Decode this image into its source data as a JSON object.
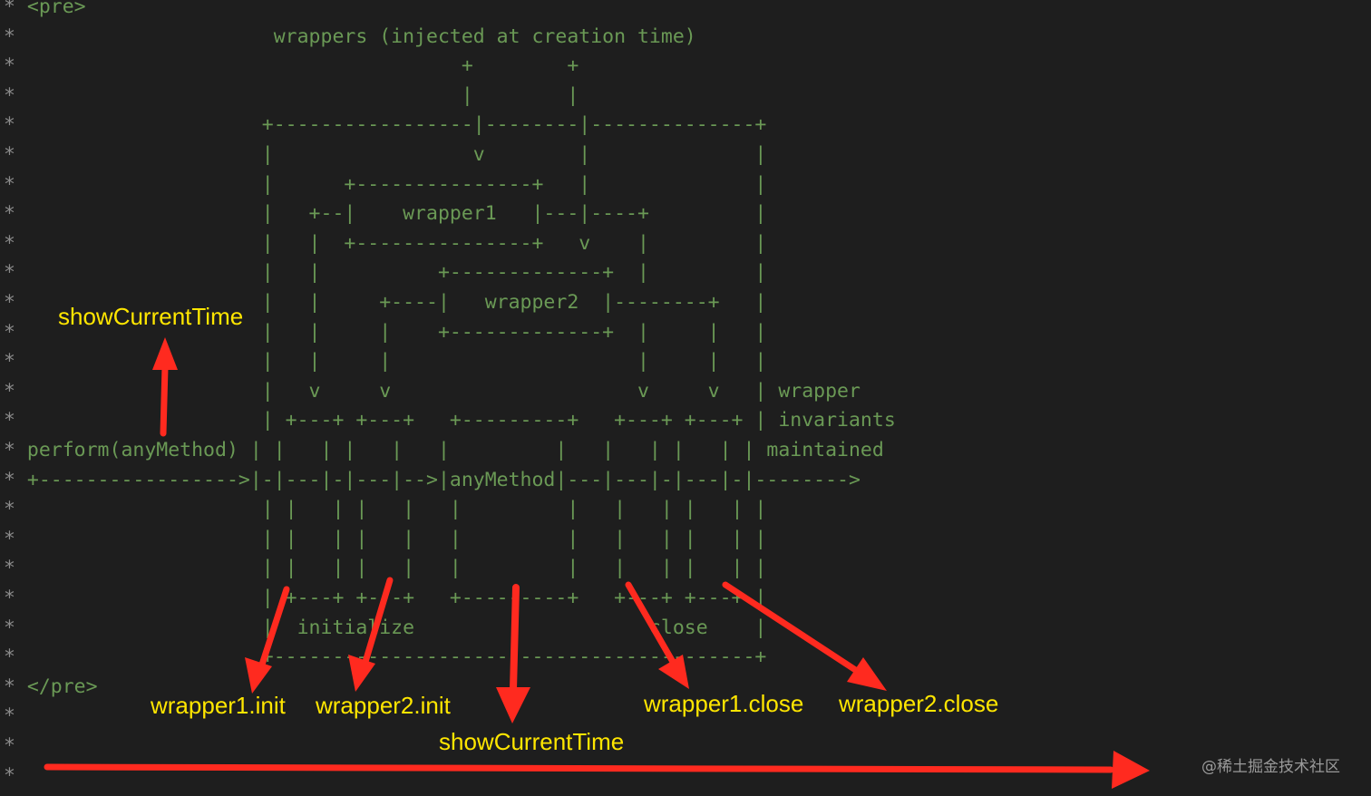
{
  "code_lines": [
    {
      "star": "*",
      "text": " <pre>"
    },
    {
      "star": "*",
      "text": "                      wrappers (injected at creation time)"
    },
    {
      "star": "*",
      "text": "                                      +        +"
    },
    {
      "star": "*",
      "text": "                                      |        |"
    },
    {
      "star": "*",
      "text": "                     +-----------------|--------|--------------+"
    },
    {
      "star": "*",
      "text": "                     |                 v        |              |"
    },
    {
      "star": "*",
      "text": "                     |      +---------------+   |              |"
    },
    {
      "star": "*",
      "text": "                     |   +--|    wrapper1   |---|----+         |"
    },
    {
      "star": "*",
      "text": "                     |   |  +---------------+   v    |         |"
    },
    {
      "star": "*",
      "text": "                     |   |          +-------------+  |         |"
    },
    {
      "star": "*",
      "text": "                     |   |     +----|   wrapper2  |--------+   |"
    },
    {
      "star": "*",
      "text": "                     |   |     |    +-------------+  |     |   |"
    },
    {
      "star": "*",
      "text": "                     |   |     |                     |     |   |"
    },
    {
      "star": "*",
      "text": "                     |   v     v                     v     v   | wrapper"
    },
    {
      "star": "*",
      "text": "                     | +---+ +---+   +---------+   +---+ +---+ | invariants"
    },
    {
      "star": "*",
      "text": " perform(anyMethod) | |   | |   |   |         |   |   | |   | | maintained"
    },
    {
      "star": "*",
      "text": " +----------------->|-|---|-|---|-->|anyMethod|---|---|-|---|-|-------->"
    },
    {
      "star": "*",
      "text": "                     | |   | |   |   |         |   |   | |   | |"
    },
    {
      "star": "*",
      "text": "                     | |   | |   |   |         |   |   | |   | |"
    },
    {
      "star": "*",
      "text": "                     | |   | |   |   |         |   |   | |   | |"
    },
    {
      "star": "*",
      "text": "                     | +---+ +---+   +---------+   +---+ +---+ |"
    },
    {
      "star": "*",
      "text": "                     |  initialize                    close    |"
    },
    {
      "star": "*",
      "text": "                     +-----------------------------------------+"
    },
    {
      "star": "*",
      "text": " </pre>"
    },
    {
      "star": "*",
      "text": ""
    },
    {
      "star": "*",
      "text": ""
    },
    {
      "star": "*",
      "text": ""
    }
  ],
  "annotations": {
    "show_current_time_top": "showCurrentTime",
    "wrapper1_init": "wrapper1.init",
    "wrapper2_init": "wrapper2.init",
    "show_current_time_bottom": "showCurrentTime",
    "wrapper1_close": "wrapper1.close",
    "wrapper2_close": "wrapper2.close"
  },
  "watermark": "@稀土掘金技术社区",
  "colors": {
    "background": "#1e1e1e",
    "code_comment": "#6a9955",
    "annotation_text": "#ffe600",
    "arrow": "#ff2a1f"
  }
}
